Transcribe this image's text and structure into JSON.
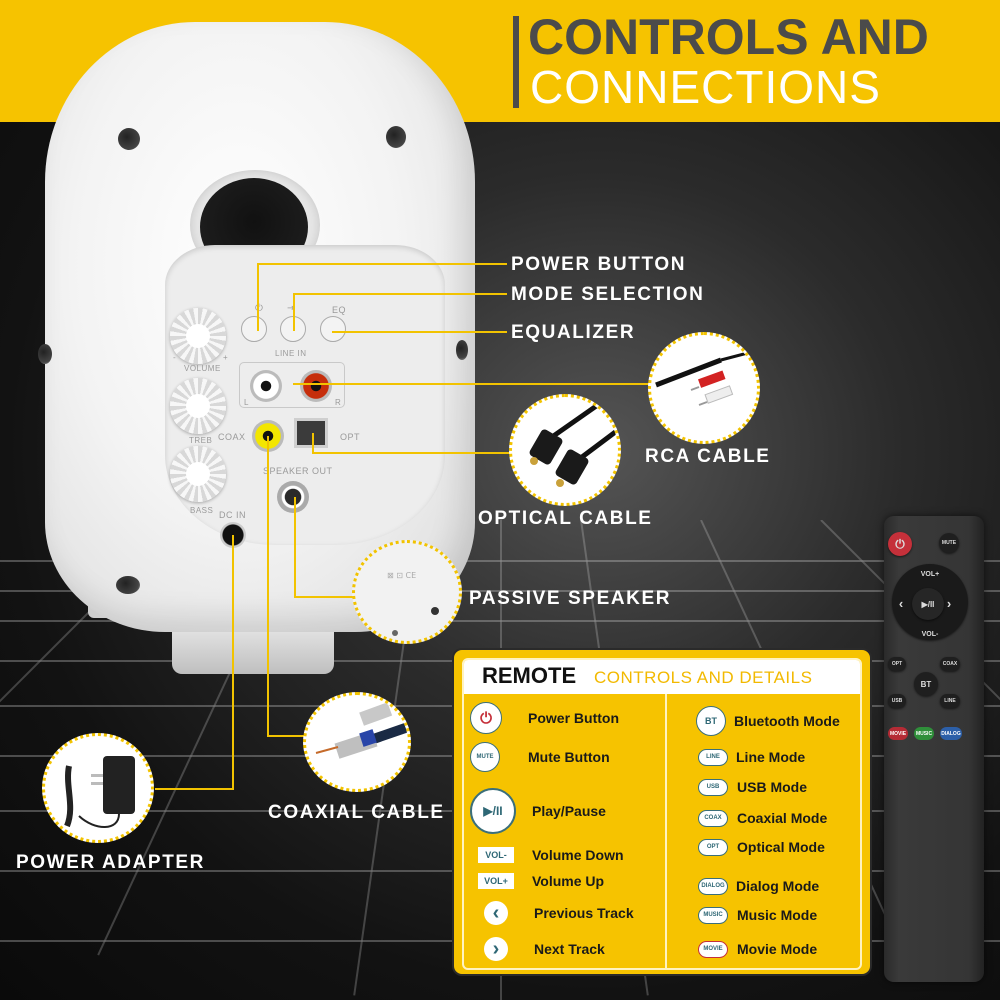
{
  "header": {
    "title_line1": "CONTROLS AND",
    "title_line2": "CONNECTIONS"
  },
  "colors": {
    "accent_yellow": "#f6c300",
    "title_gray": "#4b4b4b",
    "background_dark": "#121212",
    "power_red": "#d32f2f",
    "icon_teal": "#2e6775"
  },
  "speaker_panel": {
    "knobs": [
      "VOLUME",
      "TREB",
      "BASS"
    ],
    "buttons": [
      {
        "name": "power",
        "glyph": "⏻"
      },
      {
        "name": "mode",
        "glyph": "⇥"
      },
      {
        "name": "eq",
        "glyph": "EQ"
      }
    ],
    "line_in_label": "LINE IN",
    "line_in_left": "L",
    "line_in_right": "R",
    "coax_label": "COAX",
    "opt_label": "OPT",
    "speaker_out_label": "SPEAKER OUT",
    "dc_in_label": "DC IN",
    "volume_minus": "-",
    "volume_plus": "+"
  },
  "callouts": {
    "power_button": "POWER BUTTON",
    "mode_selection": "MODE SELECTION",
    "equalizer": "EQUALIZER",
    "rca_cable": "RCA CABLE",
    "optical_cable": "OPTICAL CABLE",
    "passive_speaker": "PASSIVE SPEAKER",
    "coaxial_cable": "COAXIAL CABLE",
    "power_adapter": "POWER ADAPTER"
  },
  "remote": {
    "power": "⏻",
    "mute": "MUTE",
    "vol_up": "VOL+",
    "vol_down": "VOL-",
    "prev": "‹",
    "next": "›",
    "play_pause": "▶/II",
    "opt": "OPT",
    "coax": "COAX",
    "bt": "BT",
    "usb": "USB",
    "line": "LINE",
    "movie": "MOVIE",
    "music": "MUSIC",
    "dialog": "DIALOG"
  },
  "legend": {
    "title_strong": "REMOTE",
    "title_rest": "CONTROLS AND DETAILS",
    "left": [
      {
        "icon": "⏻",
        "label": "Power Button"
      },
      {
        "icon": "MUTE",
        "label": "Mute Button"
      },
      {
        "icon": "▶/II",
        "label": "Play/Pause"
      },
      {
        "icon": "VOL-",
        "label": "Volume Down"
      },
      {
        "icon": "VOL+",
        "label": "Volume Up"
      },
      {
        "icon": "‹",
        "label": "Previous Track"
      },
      {
        "icon": "›",
        "label": "Next Track"
      }
    ],
    "right": [
      {
        "icon": "BT",
        "label": "Bluetooth Mode"
      },
      {
        "icon": "LINE",
        "label": "Line Mode"
      },
      {
        "icon": "USB",
        "label": "USB Mode"
      },
      {
        "icon": "COAX",
        "label": "Coaxial Mode"
      },
      {
        "icon": "OPT",
        "label": "Optical Mode"
      },
      {
        "icon": "DIALOG",
        "label": "Dialog Mode"
      },
      {
        "icon": "MUSIC",
        "label": "Music Mode"
      },
      {
        "icon": "MOVIE",
        "label": "Movie Mode"
      }
    ]
  }
}
